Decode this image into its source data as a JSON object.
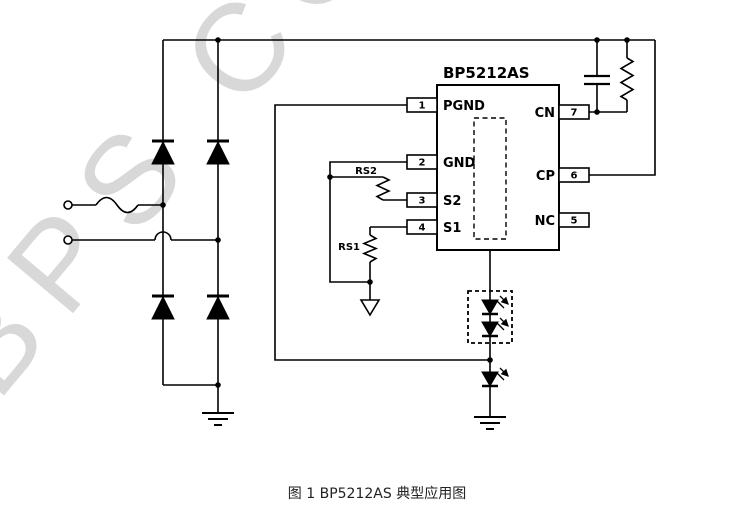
{
  "watermark": "BPS CO",
  "caption": "图 1 BP5212AS 典型应用图",
  "ic": {
    "name": "BP5212AS",
    "pins": {
      "p1": {
        "num": "1",
        "label": "PGND"
      },
      "p2": {
        "num": "2",
        "label": "GND"
      },
      "p3": {
        "num": "3",
        "label": "S2"
      },
      "p4": {
        "num": "4",
        "label": "S1"
      },
      "p5": {
        "num": "5",
        "label": "NC"
      },
      "p6": {
        "num": "6",
        "label": "CP"
      },
      "p7": {
        "num": "7",
        "label": "CN"
      }
    }
  },
  "labels": {
    "rs1": "RS1",
    "rs2": "RS2"
  }
}
